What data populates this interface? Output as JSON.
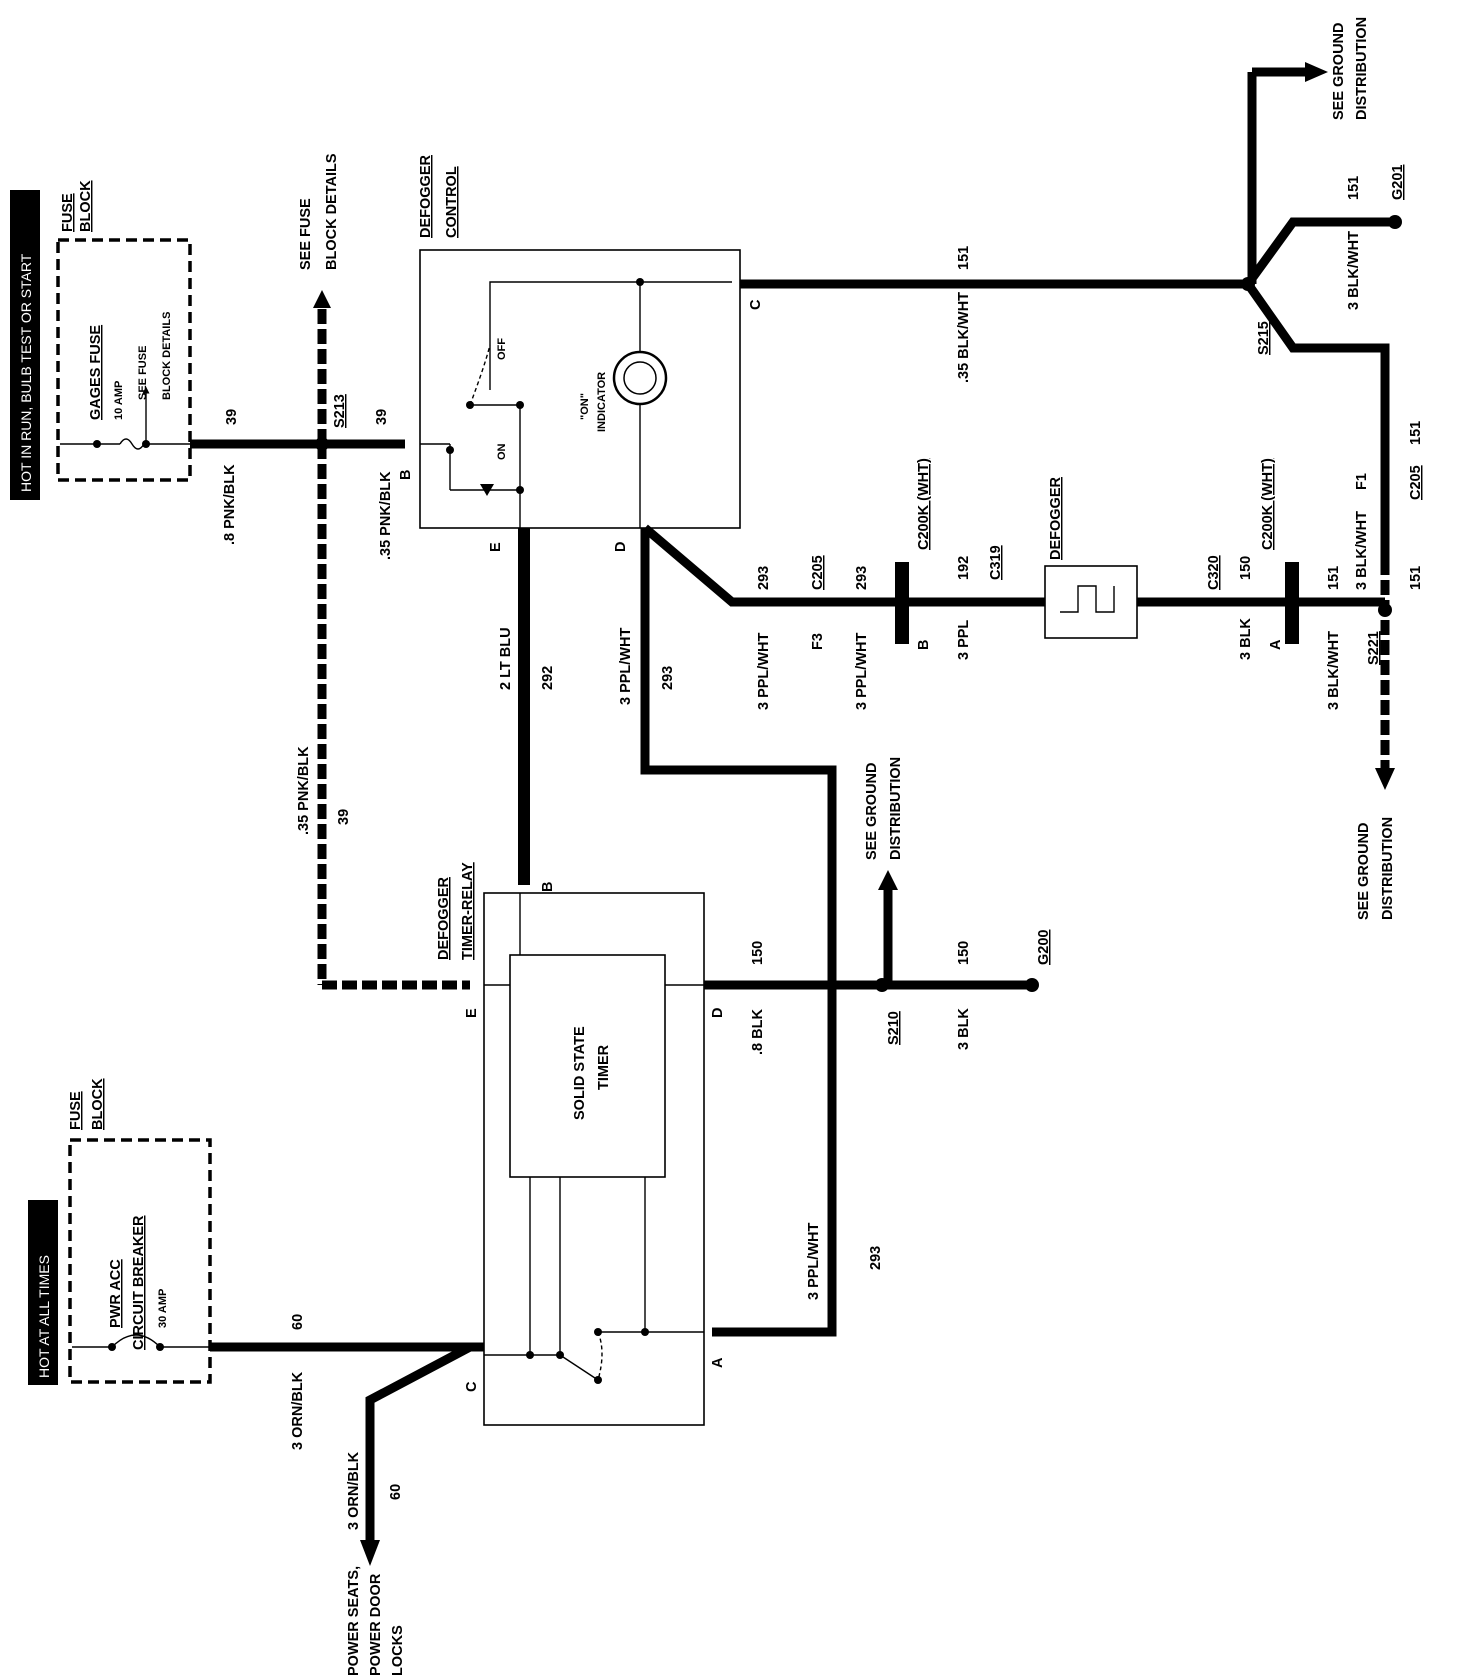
{
  "labels": {
    "hot_run": "HOT IN RUN, BULB TEST OR START",
    "hot_always": "HOT AT ALL TIMES",
    "fuse_block": "FUSE",
    "fuse_block_2": "BLOCK",
    "gages_fuse": "GAGES FUSE",
    "gages_amp": "10 AMP",
    "see_fuse_1": "SEE FUSE",
    "see_fuse_2": "BLOCK DETAILS",
    "pwr_acc": "PWR ACC",
    "circuit_breaker": "CIRCUIT BREAKER",
    "cb_amp": "30 AMP",
    "defogger_control_1": "DEFOGGER",
    "defogger_control_2": "CONTROL",
    "on_indicator_1": "\"ON\"",
    "on_indicator_2": "INDICATOR",
    "off": "OFF",
    "on": "ON",
    "timer_relay_1": "DEFOGGER",
    "timer_relay_2": "TIMER-RELAY",
    "solid_state_1": "SOLID STATE",
    "solid_state_2": "TIMER",
    "defogger": "DEFOGGER",
    "see_ground_1": "SEE GROUND",
    "see_ground_2": "DISTRIBUTION",
    "power_seats_1": "POWER SEATS,",
    "power_seats_2": "POWER DOOR",
    "power_seats_3": "LOCKS"
  },
  "pins": {
    "B": "B",
    "C": "C",
    "D": "D",
    "E": "E",
    "A": "A",
    "F3": "F3",
    "F1": "F1"
  },
  "splices": {
    "s213": "S213",
    "s215": "S215",
    "s210": "S210",
    "s221": "S221"
  },
  "grounds": {
    "g200": "G200",
    "g201": "G201"
  },
  "connectors": {
    "c205": "C205",
    "c200k": "C200K (WHT)",
    "c319": "C319",
    "c320": "C320"
  },
  "wires": {
    "w8pnk": ".8 PNK/BLK",
    "w35pnk": ".35 PNK/BLK",
    "c39": "39",
    "w2ltblu": "2 LT BLU",
    "c292": "292",
    "w3ppl": "3 PPL/WHT",
    "c293": "293",
    "w35blk": ".35 BLK/WHT",
    "c151": "151",
    "w3blkwht": "3 BLK/WHT",
    "w3ppl_only": "3 PPL",
    "c192": "192",
    "w3blk": "3 BLK",
    "c150": "150",
    "w8blk": ".8 BLK",
    "w3orn": "3 ORN/BLK",
    "c60": "60"
  }
}
